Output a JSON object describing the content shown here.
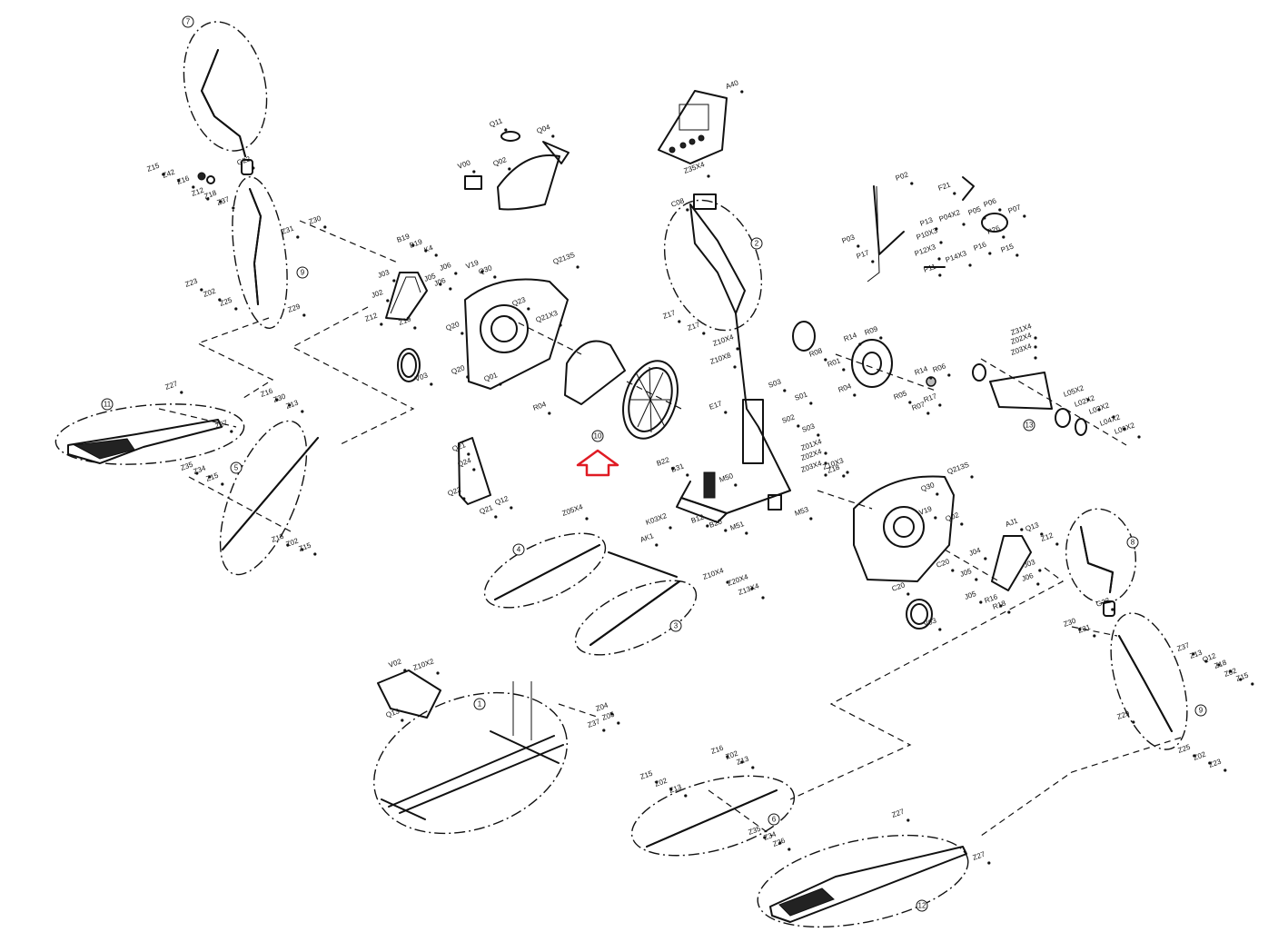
{
  "groups": [
    "1",
    "2",
    "3",
    "4",
    "5",
    "6",
    "7",
    "8",
    "9",
    "10",
    "11",
    "12",
    "13"
  ],
  "labels": {
    "handlebar_left": [
      "Z15",
      "Z42",
      "Z16",
      "Z12",
      "Z18",
      "Z37",
      "G22",
      "Z30",
      "Z31",
      "Z23",
      "Z02",
      "Z25",
      "Z29"
    ],
    "crank_left": [
      "B19",
      "B19",
      "K4",
      "J06",
      "J03",
      "J02",
      "J06",
      "J05",
      "Z12",
      "Z19"
    ],
    "cover_left": [
      "Q11",
      "Q04",
      "V00",
      "Q02",
      "V19",
      "Q30",
      "Q213S",
      "Q23",
      "Q21X3",
      "Q20",
      "Q20",
      "Q01",
      "V03"
    ],
    "belt": [
      "R04"
    ],
    "console": [
      "A40",
      "Z35X4"
    ],
    "frame": [
      "C08",
      "Z17",
      "Z17",
      "Z10X4",
      "Z10X8",
      "E17",
      "S03",
      "S01",
      "S02",
      "S03",
      "B22",
      "B31",
      "M50",
      "B12",
      "B20",
      "M51",
      "M53",
      "Z01X4",
      "Z02X4",
      "Z03X4",
      "Z18",
      "Z10X3"
    ],
    "wire_kit": [
      "P02",
      "P03",
      "P17",
      "F21",
      "P13",
      "P06",
      "P07",
      "P10X3",
      "P04X2",
      "P05",
      "P26",
      "P12X3",
      "P16",
      "P15",
      "P11",
      "P14X3"
    ],
    "flywheel": [
      "R08",
      "R14",
      "R09",
      "R01",
      "R04",
      "R14",
      "R05",
      "R07",
      "R17",
      "R06"
    ],
    "axle_right": [
      "Z31X4",
      "Z02X4",
      "Z03X4",
      "L05X2",
      "L02X2",
      "L03X2",
      "L04X2",
      "L06X2"
    ],
    "stand_left": [
      "Q21",
      "Q24",
      "Q22",
      "Q21",
      "Q12"
    ],
    "link_arms": [
      "Z05X4",
      "K03X2",
      "AK1",
      "Z10X4",
      "Z20X4",
      "Z13X4"
    ],
    "cover_right": [
      "Q213S",
      "Q30",
      "V19",
      "Q02",
      "C20",
      "C20",
      "V03"
    ],
    "crank_right": [
      "AJ1",
      "Q13",
      "Z12",
      "J04",
      "J05",
      "J03",
      "J06",
      "J05",
      "R16",
      "R18"
    ],
    "handlebar_right": [
      "G22",
      "Z30",
      "Z31",
      "Z37",
      "Z13",
      "Q12",
      "Z18",
      "Z02",
      "Z15",
      "Z29",
      "Z25",
      "Z02",
      "Z23"
    ],
    "base": [
      "V02",
      "Z10X2",
      "Q13",
      "Z04",
      "Z05",
      "Z37"
    ],
    "pedal_arm_right": [
      "Z15",
      "Z02",
      "Z13",
      "Z16",
      "Z02",
      "Z13",
      "Z35",
      "Z34",
      "Z26"
    ],
    "pedal_right": [
      "Z27",
      "Z27"
    ],
    "pedal_left": [
      "Z27",
      "Z27"
    ],
    "pedal_arm_left": [
      "Z16",
      "Z30",
      "Z13",
      "Z35",
      "Z34",
      "Z15",
      "Z13",
      "Z02",
      "Z15"
    ]
  },
  "arrow_color": "#e01b24"
}
